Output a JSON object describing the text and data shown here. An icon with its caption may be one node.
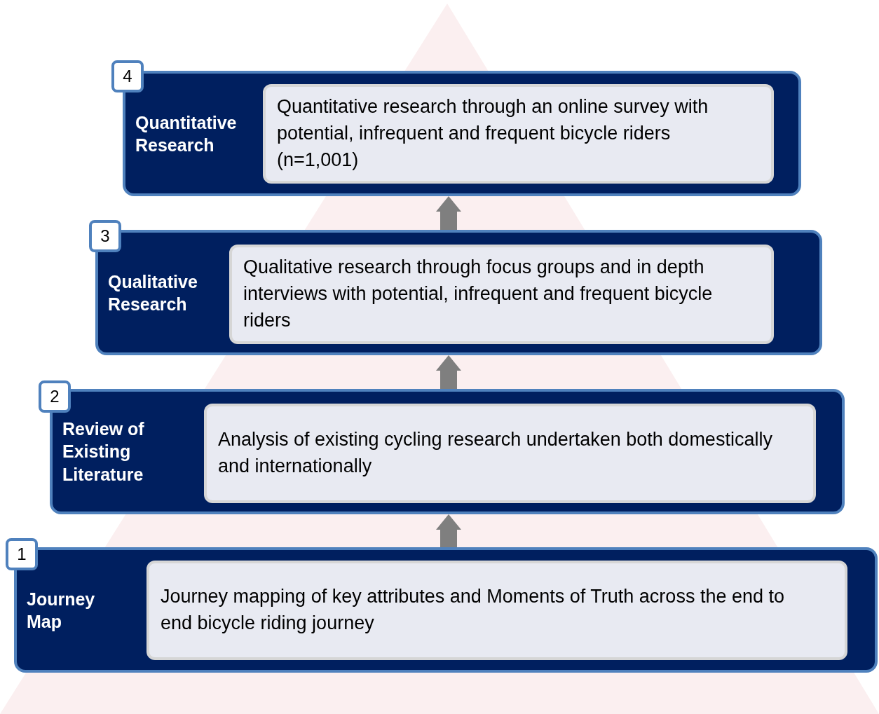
{
  "diagram": {
    "nodes": [
      {
        "text": [
          "4"
        ]
      },
      {
        "text": [
          "Quantitative Research"
        ]
      },
      {
        "text": [
          "Quantitative research through an online survey with potential, infrequent and frequent bicycle riders (n=1,001)"
        ],
        "in": 1
      },
      {
        "text": [
          "3"
        ]
      },
      {
        "text": [
          "Qualitative Research"
        ]
      },
      {
        "text": [
          "Qualitative research through focus groups and in depth interviews with potential, infrequent and frequent bicycle riders"
        ],
        "in": 4
      },
      {
        "text": [
          "2"
        ]
      },
      {
        "text": [
          "Review of Existing Literature"
        ]
      },
      {
        "text": [
          "Analysis of existing cycling research undertaken both domestically and internationally"
        ],
        "in": 7
      },
      {
        "text": [
          "1"
        ]
      },
      {
        "text": [
          "Journey Map"
        ]
      },
      {
        "text": [
          "Journey mapping of key attributes and Moments of Truth across the end to end bicycle riding journey"
        ],
        "in": 10
      }
    ],
    "edges": [
      {
        "from": 10,
        "to": 7,
        "arrow": "to"
      },
      {
        "from": 7,
        "to": 4,
        "arrow": "to"
      },
      {
        "from": 4,
        "to": 1,
        "arrow": "to"
      }
    ]
  }
}
